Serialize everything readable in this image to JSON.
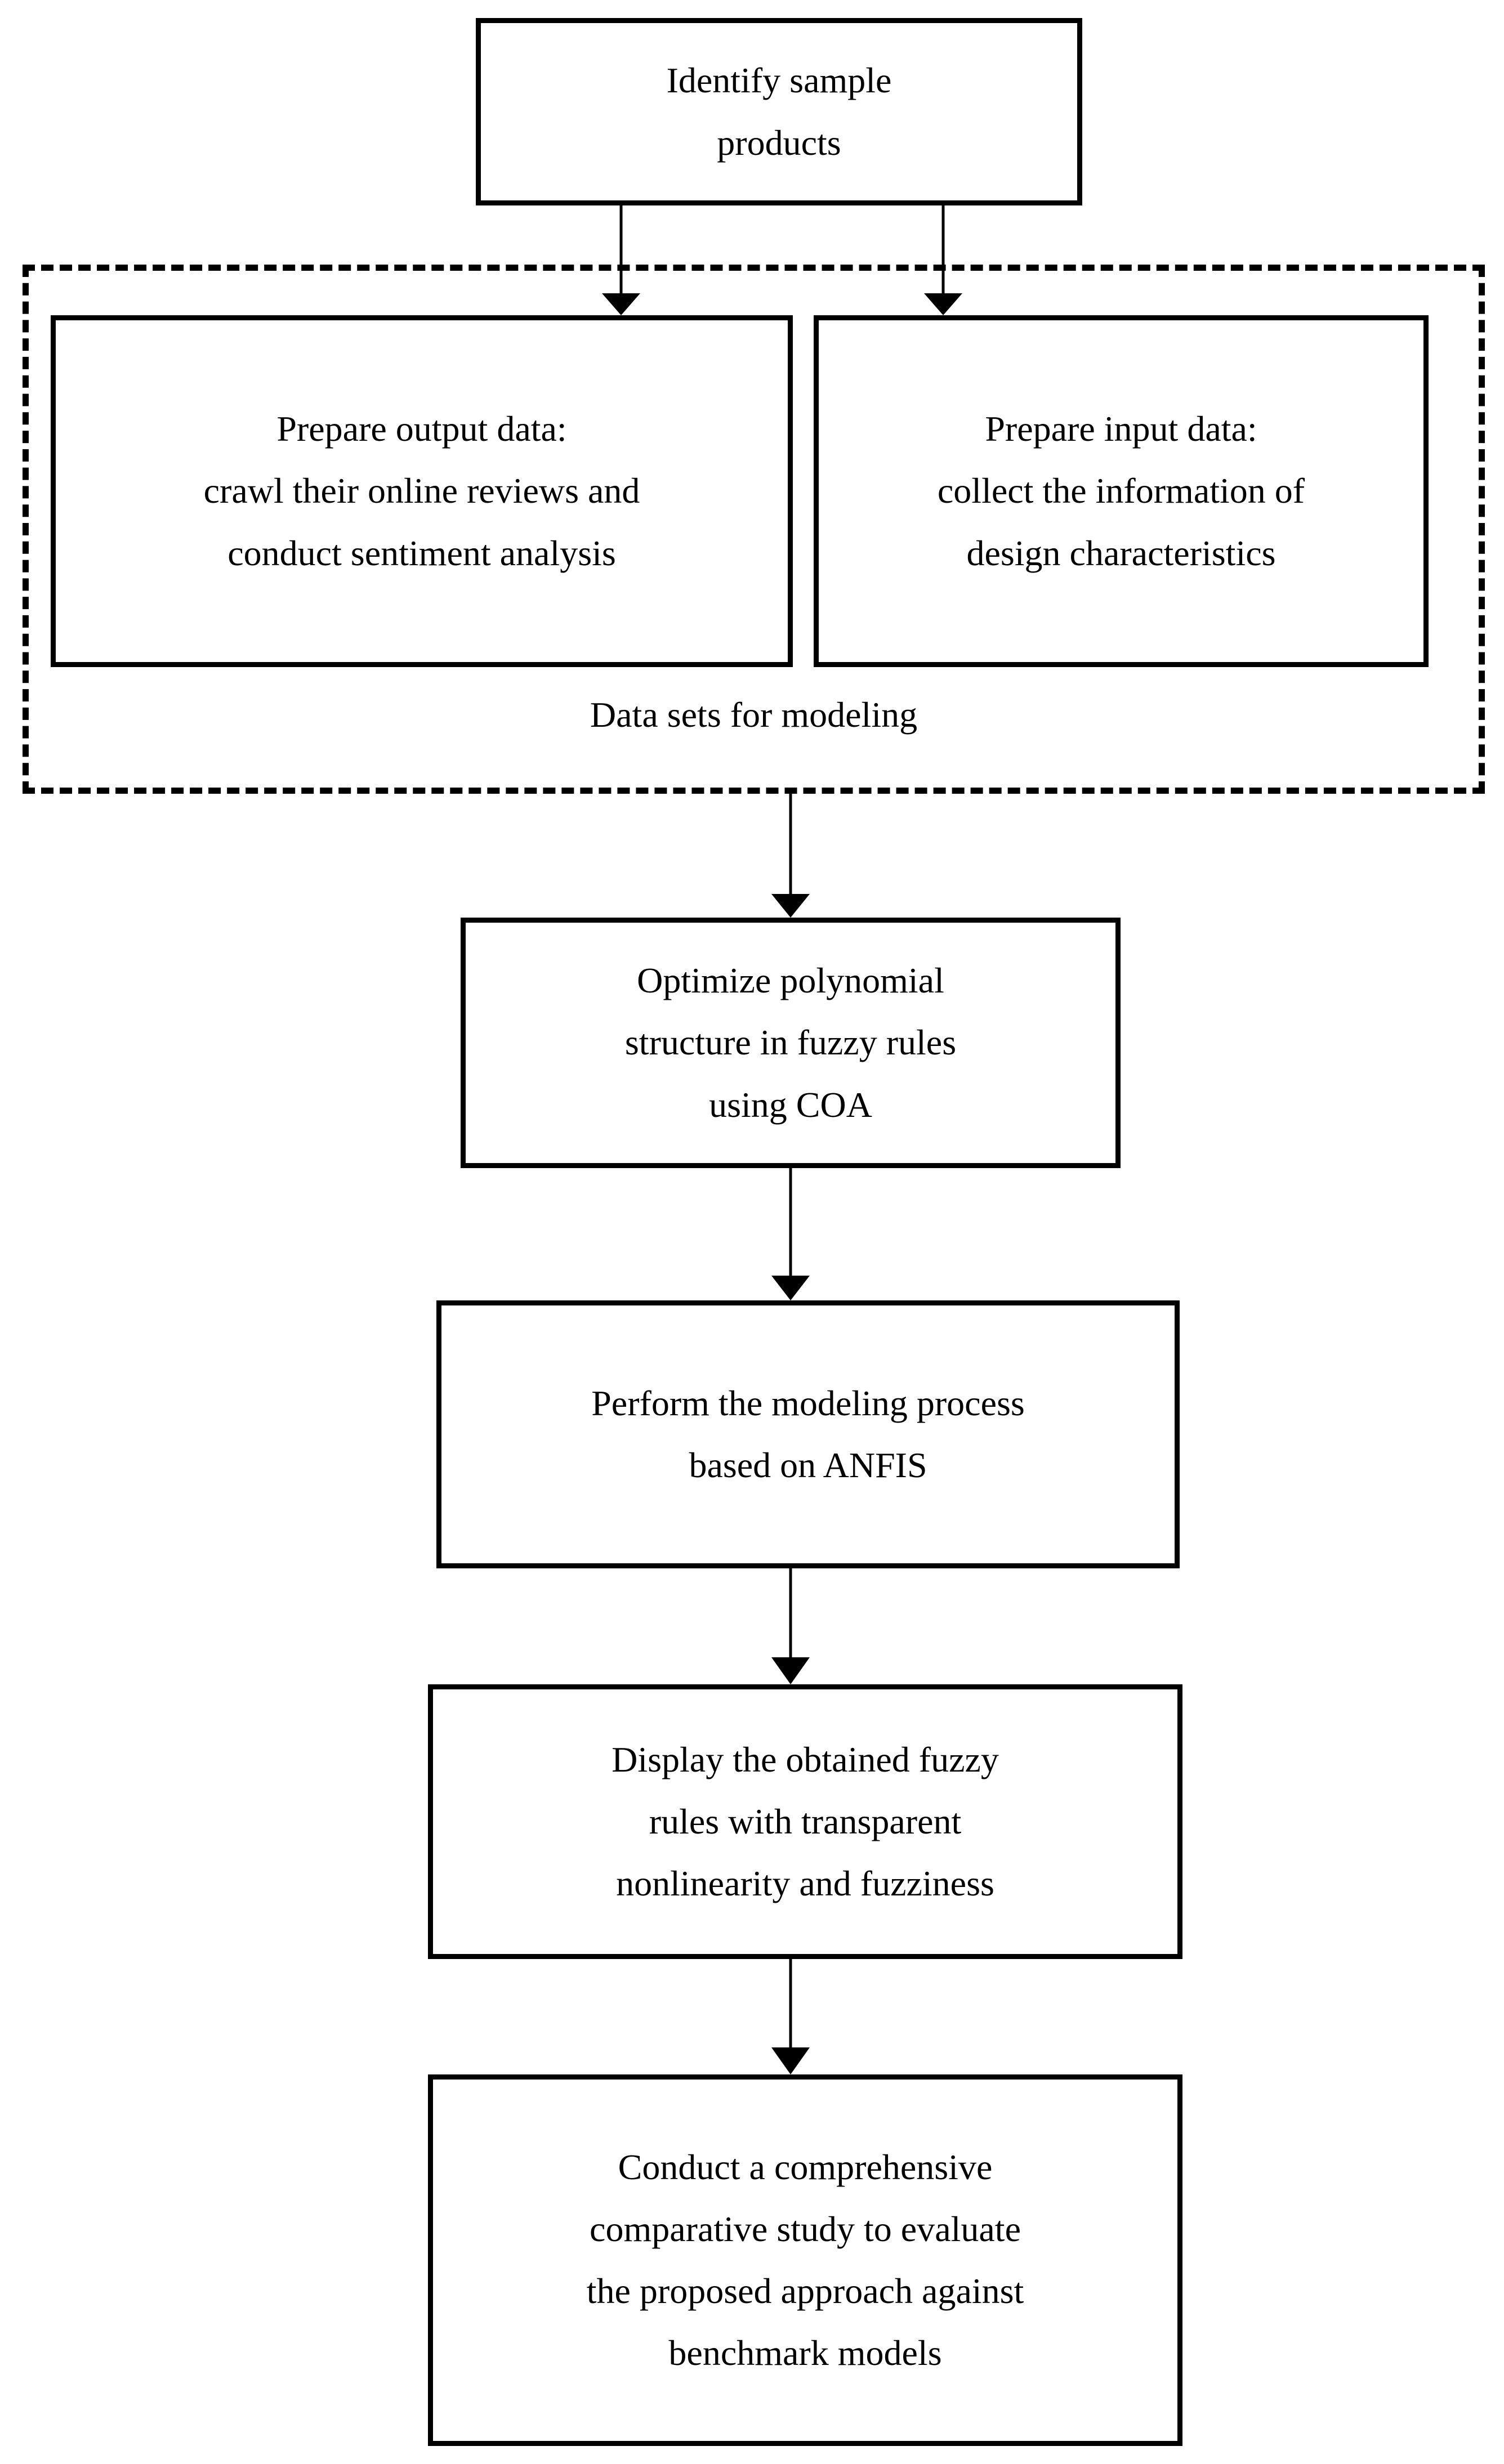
{
  "diagram": {
    "title": "Research methodology flowchart",
    "orientation": "top-to-bottom",
    "colors": {
      "background": "#ffffff",
      "stroke": "#000000",
      "node_fill": "#ffffff",
      "text": "#000000"
    }
  },
  "nodes": {
    "identify": {
      "id": "identify",
      "shape": "rectangle",
      "border_style": "solid",
      "lines": [
        "Identify sample",
        "products"
      ]
    },
    "prepare_output": {
      "id": "prepare_output",
      "shape": "rectangle",
      "border_style": "solid",
      "lines": [
        "Prepare output data:",
        "crawl their online reviews and",
        "conduct sentiment analysis"
      ]
    },
    "prepare_input": {
      "id": "prepare_input",
      "shape": "rectangle",
      "border_style": "solid",
      "lines": [
        "Prepare input data:",
        "collect the information of",
        "design characteristics"
      ]
    },
    "optimize": {
      "id": "optimize",
      "shape": "rectangle",
      "border_style": "solid",
      "lines": [
        "Optimize polynomial",
        "structure in fuzzy rules",
        "using COA"
      ]
    },
    "anfis": {
      "id": "anfis",
      "shape": "rectangle",
      "border_style": "solid",
      "lines": [
        "Perform the modeling process",
        "based on ANFIS"
      ]
    },
    "display_rules": {
      "id": "display_rules",
      "shape": "rectangle",
      "border_style": "solid",
      "lines": [
        "Display the obtained fuzzy",
        "rules with transparent",
        "nonlinearity and fuzziness"
      ]
    },
    "comparative": {
      "id": "comparative",
      "shape": "rectangle",
      "border_style": "solid",
      "lines": [
        "Conduct a comprehensive",
        "comparative study to evaluate",
        "the proposed approach against",
        "benchmark models"
      ]
    }
  },
  "groups": {
    "data_sets": {
      "id": "data_sets",
      "border_style": "dashed",
      "label": "Data sets for modeling",
      "contains": [
        "prepare_output",
        "prepare_input"
      ]
    }
  },
  "edges": [
    {
      "from": "identify",
      "to": "prepare_output",
      "style": "solid",
      "arrow": "filled-triangle"
    },
    {
      "from": "identify",
      "to": "prepare_input",
      "style": "solid",
      "arrow": "filled-triangle"
    },
    {
      "from": "data_sets",
      "to": "optimize",
      "style": "solid",
      "arrow": "filled-triangle"
    },
    {
      "from": "optimize",
      "to": "anfis",
      "style": "solid",
      "arrow": "filled-triangle"
    },
    {
      "from": "anfis",
      "to": "display_rules",
      "style": "solid",
      "arrow": "filled-triangle"
    },
    {
      "from": "display_rules",
      "to": "comparative",
      "style": "solid",
      "arrow": "filled-triangle"
    }
  ]
}
